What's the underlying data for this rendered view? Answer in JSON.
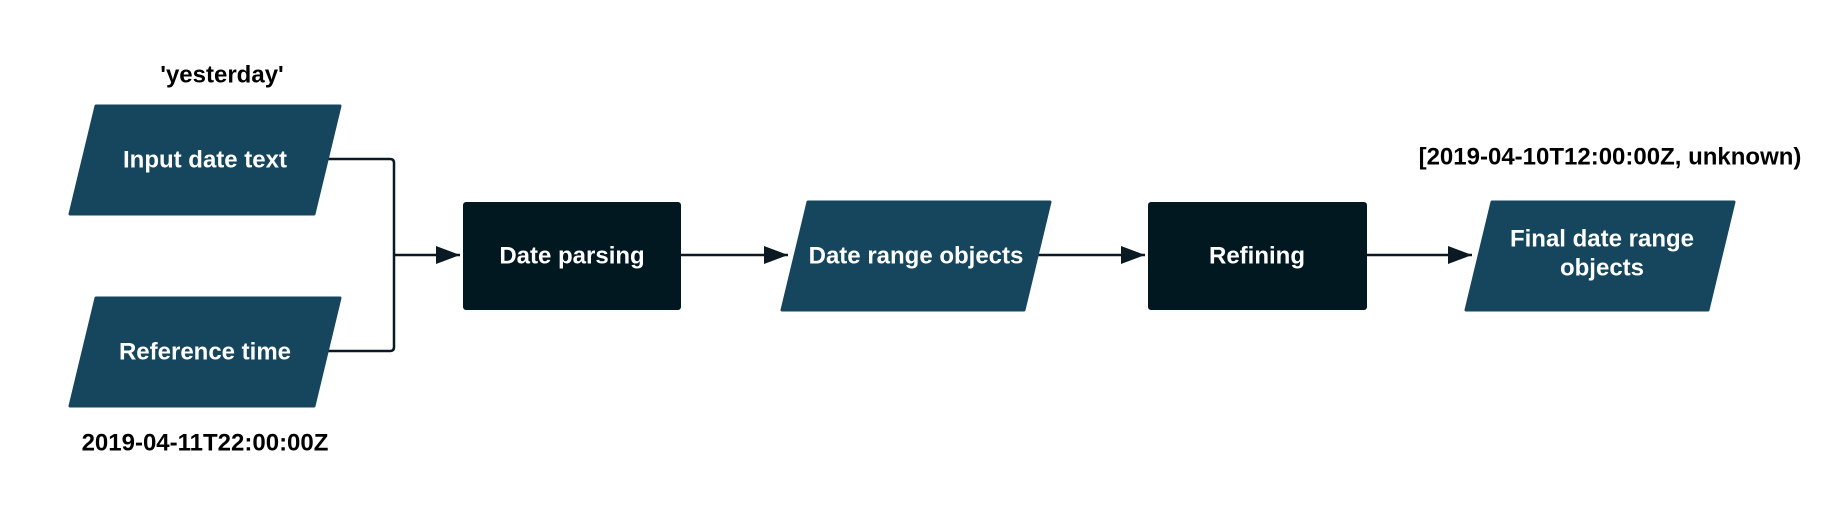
{
  "colors": {
    "data_shape": "#16465e",
    "process_shape": "#021820",
    "connector": "#0b1a22",
    "label_text": "#ffffff",
    "annotation_text": "#000000"
  },
  "nodes": {
    "input_date_text": {
      "label": "Input date text",
      "shape": "parallelogram"
    },
    "reference_time": {
      "label": "Reference time",
      "shape": "parallelogram"
    },
    "date_parsing": {
      "label": "Date parsing",
      "shape": "rectangle"
    },
    "date_range_objects": {
      "label": "Date range objects",
      "shape": "parallelogram"
    },
    "refining": {
      "label": "Refining",
      "shape": "rectangle"
    },
    "final_date_range_objects": {
      "label_line1": "Final date range",
      "label_line2": "objects",
      "shape": "parallelogram"
    }
  },
  "annotations": {
    "input_example": "'yesterday'",
    "reference_example": "2019-04-11T22:00:00Z",
    "output_example": "[2019-04-10T12:00:00Z, unknown)"
  },
  "edges": [
    {
      "from": "Input date text",
      "to": "Date parsing"
    },
    {
      "from": "Reference time",
      "to": "Date parsing"
    },
    {
      "from": "Date parsing",
      "to": "Date range objects"
    },
    {
      "from": "Date range objects",
      "to": "Refining"
    },
    {
      "from": "Refining",
      "to": "Final date range objects"
    }
  ]
}
